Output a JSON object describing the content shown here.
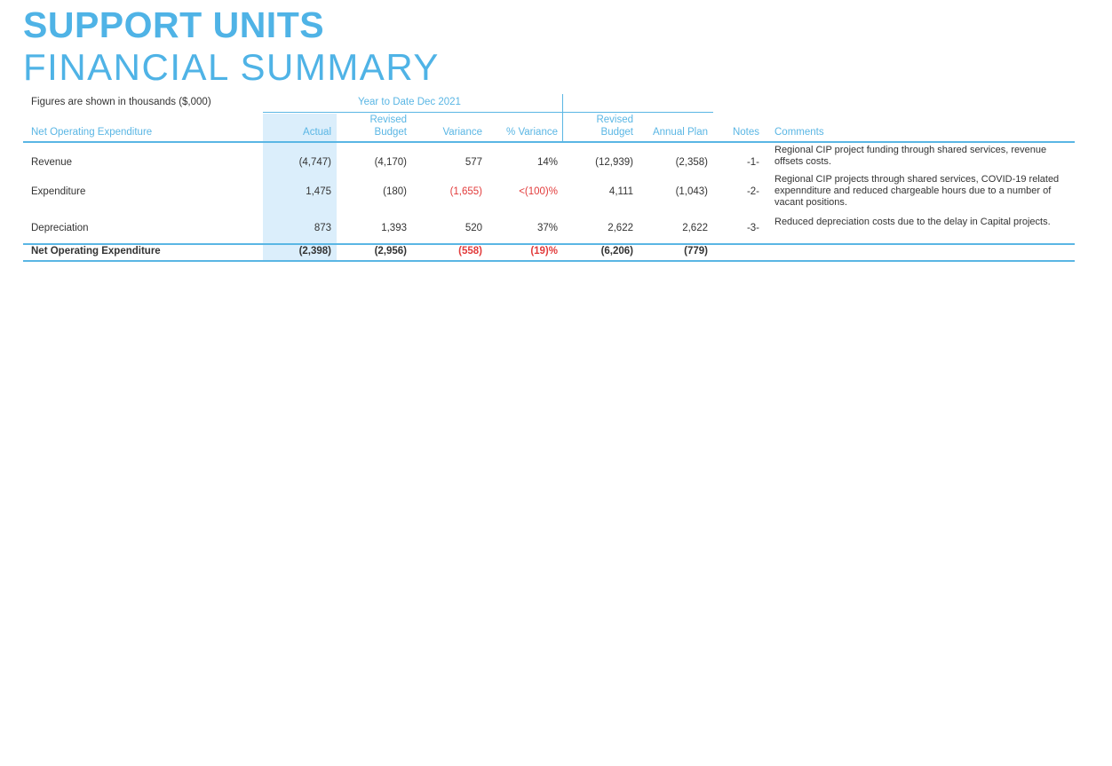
{
  "title": {
    "line1": "SUPPORT UNITS",
    "line2": "FINANCIAL SUMMARY"
  },
  "table": {
    "units_note": "Figures are shown in thousands ($,000)",
    "period_label": "Year to Date  Dec 2021",
    "row_header": "Net Operating Expenditure",
    "columns": {
      "actual": "Actual",
      "revised_budget_ytd_1": "Revised",
      "revised_budget_ytd_2": "Budget",
      "variance": "Variance",
      "pct_variance": "% Variance",
      "revised_budget_1": "Revised",
      "revised_budget_2": "Budget",
      "annual_plan": "Annual Plan",
      "notes": "Notes",
      "comments": "Comments"
    },
    "rows": [
      {
        "label": "Revenue",
        "actual": "(4,747)",
        "revised_budget_ytd": "(4,170)",
        "variance": "577",
        "pct_variance": "14%",
        "revised_budget": "(12,939)",
        "annual_plan": "(2,358)",
        "notes": "-1-",
        "comment": "Regional CIP project funding through shared services, revenue offsets costs."
      },
      {
        "label": "Expenditure",
        "actual": "1,475",
        "revised_budget_ytd": "(180)",
        "variance": "(1,655)",
        "pct_variance": "<(100)%",
        "revised_budget": "4,111",
        "annual_plan": "(1,043)",
        "notes": "-2-",
        "comment": "Regional CIP projects through shared services, COVID-19 related expennditure and reduced chargeable hours due to a number of vacant positions."
      },
      {
        "label": "Depreciation",
        "actual": "873",
        "revised_budget_ytd": "1,393",
        "variance": "520",
        "pct_variance": "37%",
        "revised_budget": "2,622",
        "annual_plan": "2,622",
        "notes": "-3-",
        "comment": "Reduced depreciation costs due to the delay in Capital projects."
      }
    ],
    "total": {
      "label": "Net Operating Expenditure",
      "actual": "(2,398)",
      "revised_budget_ytd": "(2,956)",
      "variance": "(558)",
      "pct_variance": "(19)%",
      "revised_budget": "(6,206)",
      "annual_plan": "(779)"
    },
    "colors": {
      "accent": "#4fb3e6",
      "highlight": "#dbeefb",
      "negative": "#e23b3b"
    }
  }
}
